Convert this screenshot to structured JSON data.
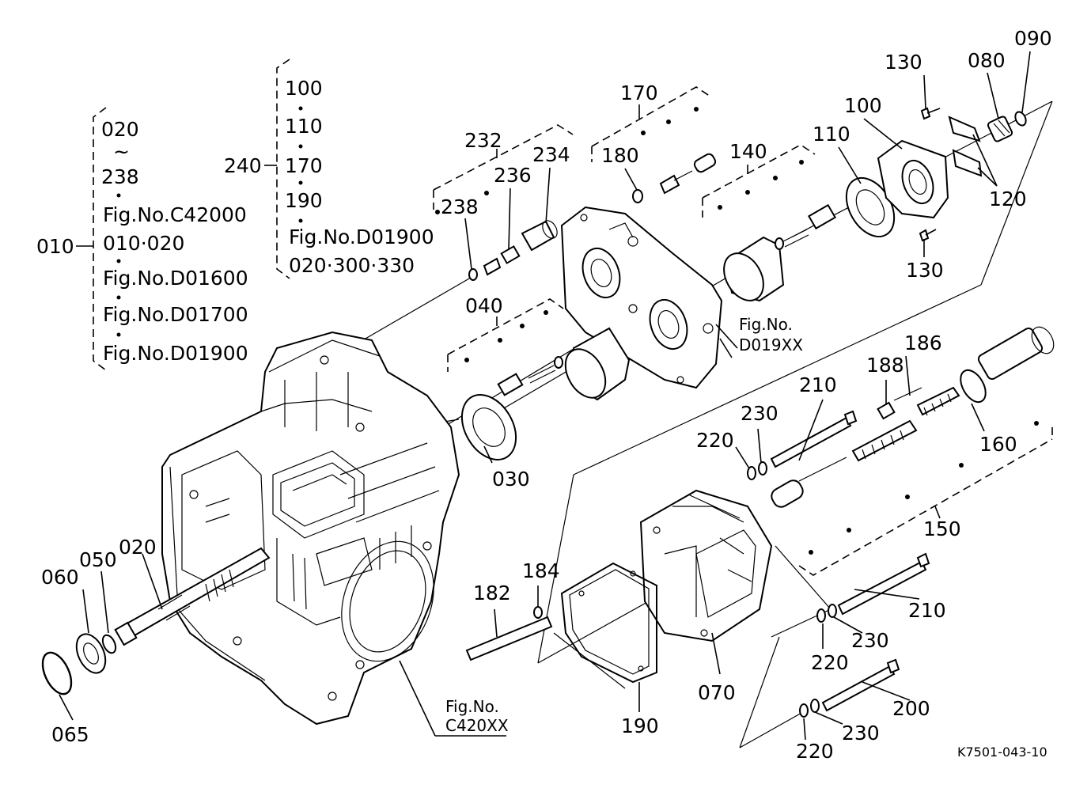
{
  "callouts": {
    "p010": "010",
    "p020_top": "020",
    "tilde": "~",
    "p238_top": "238",
    "fig_c42000": "Fig.No.C42000",
    "p010_020": "010·020",
    "fig_d01600": "Fig.No.D01600",
    "fig_d01700": "Fig.No.D01700",
    "fig_d01900_a": "Fig.No.D01900",
    "p240": "240",
    "p100_top": "100",
    "p110_top": "110",
    "p170_top": "170",
    "p190_top": "190",
    "fig_d01900_b": "Fig.No.D01900",
    "p020_300_330": "020·300·330",
    "p232": "232",
    "p234": "234",
    "p236": "236",
    "p238": "238",
    "p170": "170",
    "p180": "180",
    "p140": "140",
    "p110": "110",
    "p100": "100",
    "p130_a": "130",
    "p080": "080",
    "p090": "090",
    "p120": "120",
    "p130_b": "130",
    "p040": "040",
    "fig_no_a": "Fig.No.",
    "fig_d019xx": "D019XX",
    "p030": "030",
    "p186": "186",
    "p188": "188",
    "p210_a": "210",
    "p230_a": "230",
    "p220_a": "220",
    "p160": "160",
    "p150": "150",
    "p060": "060",
    "p050": "050",
    "p020": "020",
    "p065": "065",
    "p182": "182",
    "p184": "184",
    "p190": "190",
    "p070": "070",
    "p210_b": "210",
    "p230_b": "230",
    "p220_b": "220",
    "p200": "200",
    "p230_c": "230",
    "p220_c": "220",
    "fig_no_b": "Fig.No.",
    "fig_c420xx": "C420XX",
    "drawing_no": "K7501-043-10"
  }
}
